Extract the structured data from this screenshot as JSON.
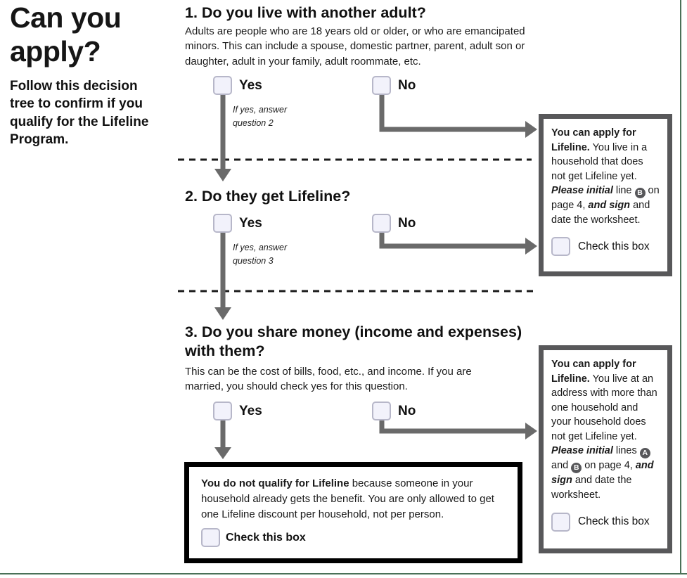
{
  "page": {
    "title": "Can you apply?",
    "subtitle": "Follow this decision tree to confirm if you qualify for the Lifeline Program."
  },
  "colors": {
    "arrow": "#6a6a6a",
    "dashed_divider": "#1a1a1a",
    "outcome_border": "#58585a",
    "disqualify_border": "#000000",
    "checkbox_fill": "#f2f2fb",
    "checkbox_border": "#b7b7c9",
    "frame_line": "#4a7158",
    "badge_fill": "#57575a"
  },
  "questions": [
    {
      "title": "1. Do you live with another adult?",
      "description": "Adults are people who are 18 years old or older, or who are emancipated minors. This can include a spouse, domestic partner, parent, adult son or daughter, adult in your family, adult roommate, etc.",
      "yes_label": "Yes",
      "no_label": "No",
      "yes_note": "If yes, answer\nquestion 2"
    },
    {
      "title": "2. Do they get Lifeline?",
      "yes_label": "Yes",
      "no_label": "No",
      "yes_note": "If yes, answer\nquestion 3"
    },
    {
      "title": "3. Do you share money (income and expenses) with them?",
      "description": "This can be the cost of bills, food, etc., and income. If you are married, you should check yes for this question.",
      "yes_label": "Yes",
      "no_label": "No"
    }
  ],
  "outcome_box_1": {
    "lead_bold": "You can apply for Lifeline.",
    "body": " You live in a household that does not get Lifeline yet. ",
    "please_initial": "Please initial",
    "line_prefix": " line ",
    "badge_b": "B",
    "after_badge": " on page 4, ",
    "and_sign": "and sign",
    "tail": " and date the worksheet.",
    "checkbox_label": "Check this box"
  },
  "outcome_box_2": {
    "lead_bold": "You can apply for Lifeline.",
    "body": " You live at an address with more than one household and your household does not get Lifeline yet. ",
    "please_initial": "Please initial",
    "line_prefix": " lines ",
    "badge_a": "A",
    "between_badges": " and ",
    "badge_b": "B",
    "after_badge": " on page 4, ",
    "and_sign": "and sign",
    "tail": " and date the worksheet.",
    "checkbox_label": "Check this box"
  },
  "disqualify_box": {
    "lead_bold": "You do not qualify for Lifeline",
    "body": " because someone in your household already gets the benefit. You are only allowed to get one Lifeline discount per household, not per person.",
    "checkbox_label": "Check this box"
  }
}
